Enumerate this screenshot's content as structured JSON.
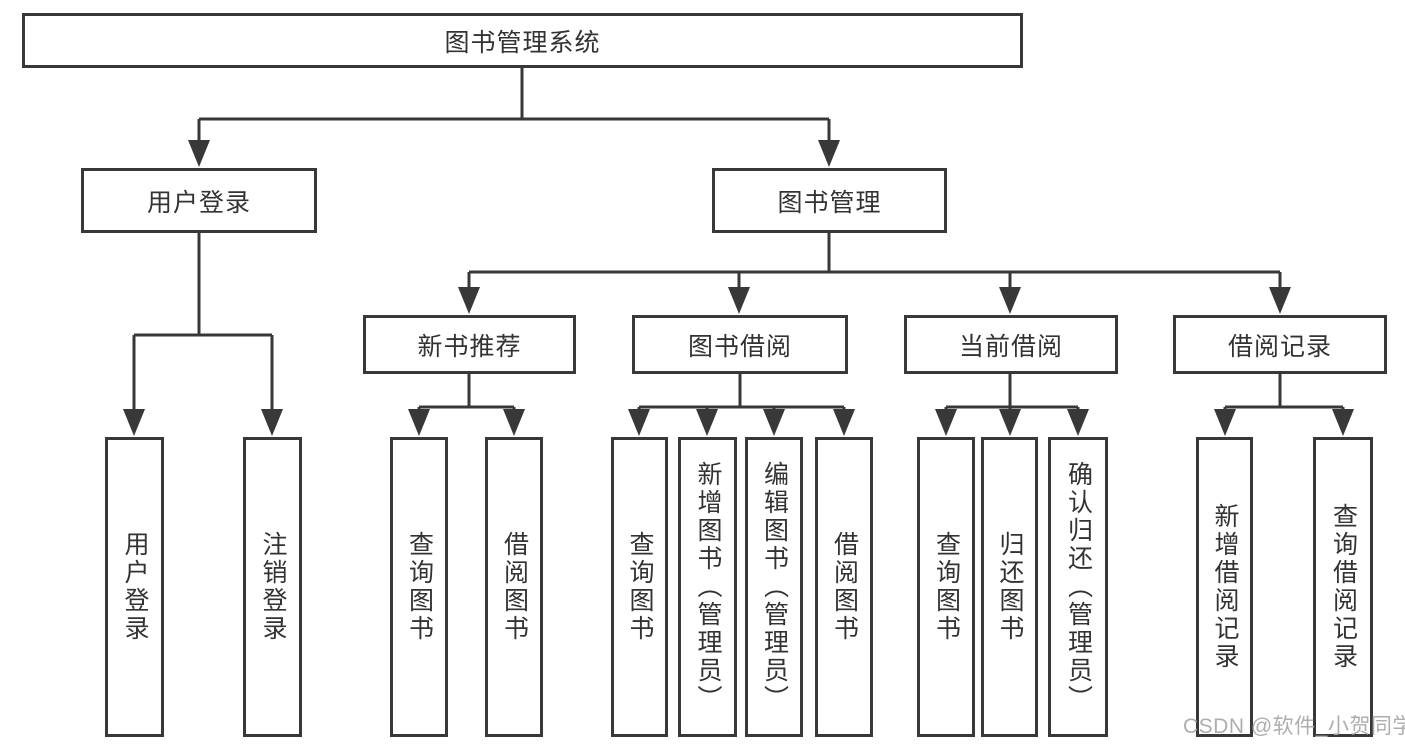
{
  "diagram": {
    "type": "hierarchy-tree",
    "root": {
      "label": "图书管理系统"
    },
    "branches": {
      "user_login": {
        "label": "用户登录",
        "children": [
          "用户登录",
          "注销登录"
        ]
      },
      "book_mgmt": {
        "label": "图书管理",
        "modules": {
          "new_book_rec": {
            "label": "新书推荐",
            "children": [
              "查询图书",
              "借阅图书"
            ]
          },
          "book_borrow": {
            "label": "图书借阅",
            "children": [
              "查询图书",
              "新增图书（管理员）",
              "编辑图书（管理员）",
              "借阅图书"
            ]
          },
          "current_borrow": {
            "label": "当前借阅",
            "children": [
              "查询图书",
              "归还图书",
              "确认归还（管理员）"
            ]
          },
          "borrow_records": {
            "label": "借阅记录",
            "children": [
              "新增借阅记录",
              "查询借阅记录"
            ]
          }
        }
      }
    },
    "colors": {
      "line": "#383838",
      "text": "#333333",
      "box_fill": "#ffffff",
      "watermark_text": "#aeaeae"
    }
  },
  "watermark": {
    "text": "CSDN @软件_小贺同学"
  }
}
